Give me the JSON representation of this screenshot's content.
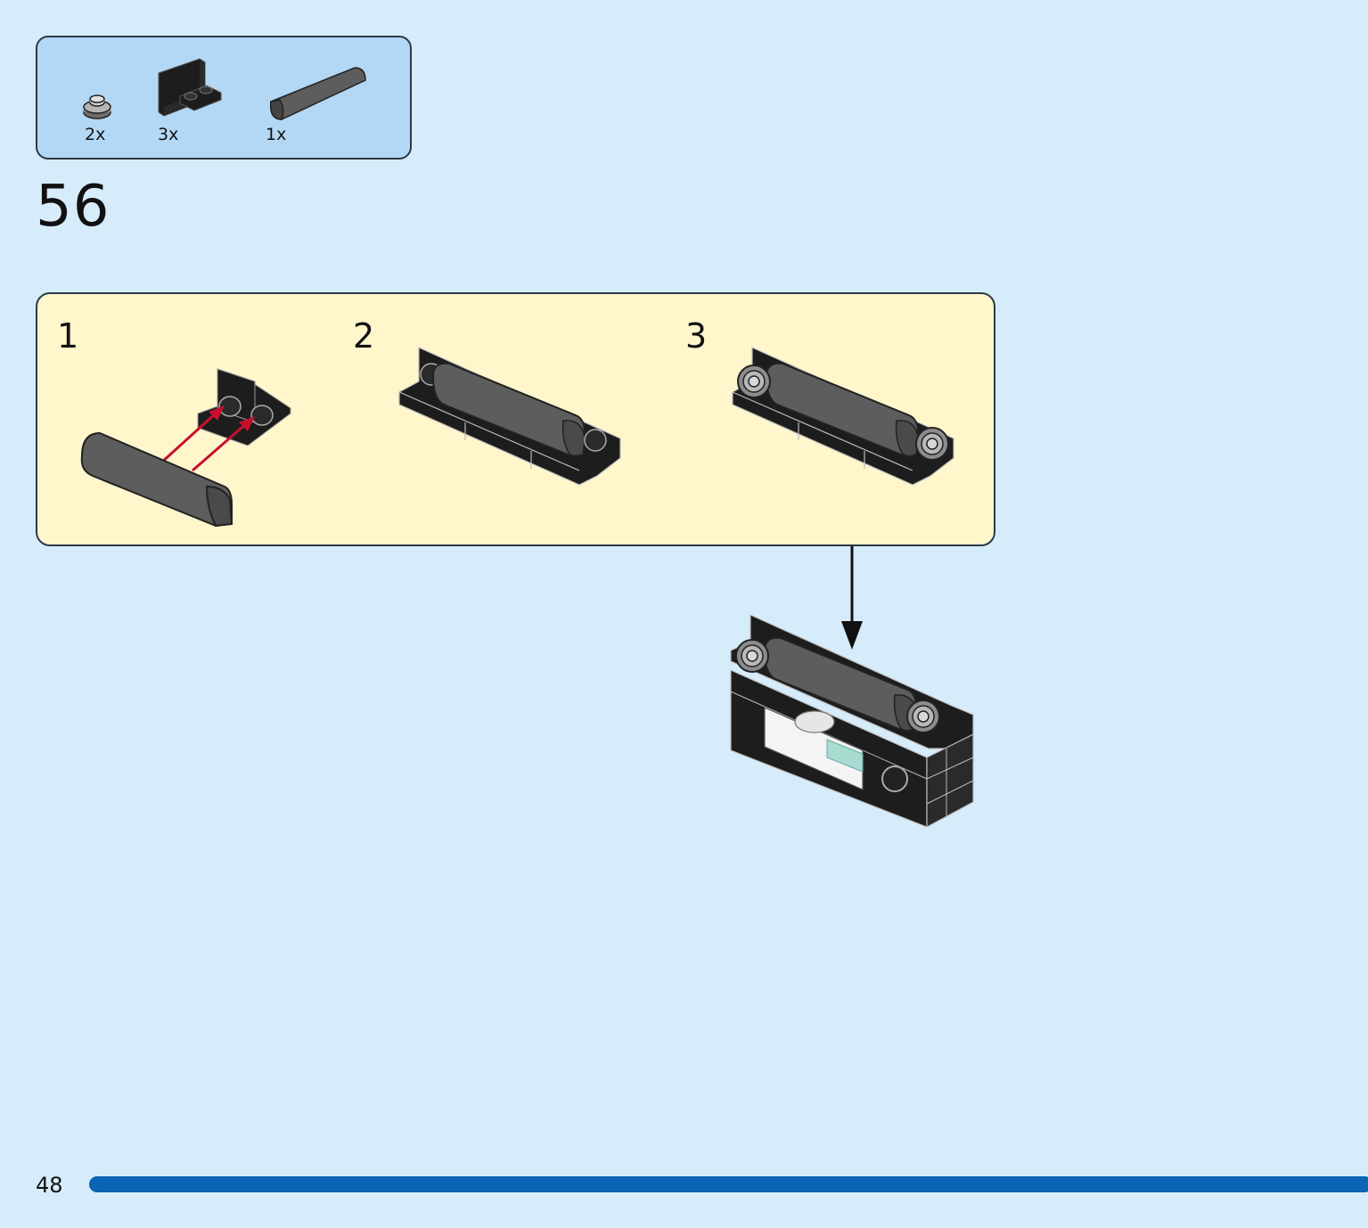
{
  "parts_list": {
    "items": [
      {
        "icon": "round-plate-1x1-icon",
        "quantity": "2x"
      },
      {
        "icon": "bracket-1x2-icon",
        "quantity": "3x"
      },
      {
        "icon": "curved-slope-brick-icon",
        "quantity": "1x"
      }
    ]
  },
  "step": {
    "number": "56"
  },
  "sub_steps": [
    {
      "number": "1"
    },
    {
      "number": "2"
    },
    {
      "number": "3"
    }
  ],
  "page": {
    "number": "48"
  },
  "colors": {
    "page_background": "#d6ecfb",
    "parts_box": "#b3d8f5",
    "substep_box": "#fff6cc",
    "brick_black": "#1d1d1d",
    "brick_grey": "#5d5d5d",
    "arrow_red": "#c8102e",
    "progress_bar": "#0b64b4"
  }
}
